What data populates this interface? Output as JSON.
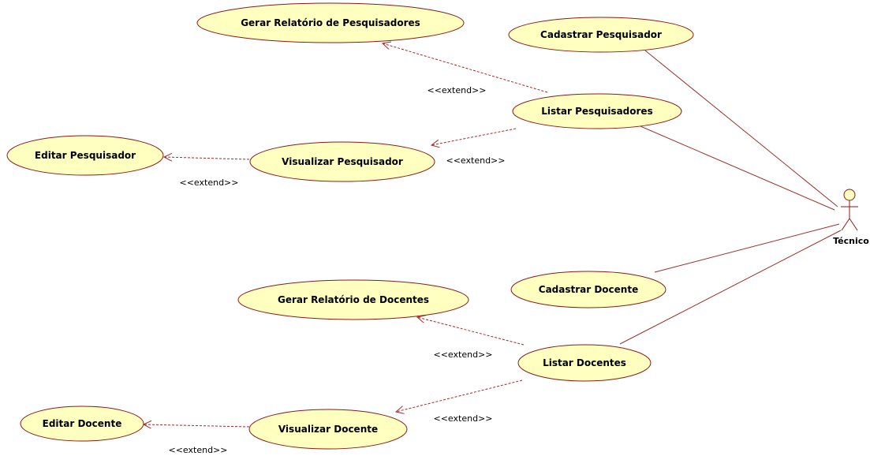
{
  "colors": {
    "usecase_fill": "#FFFFC0",
    "usecase_stroke": "#8B1A1A",
    "association": "#9B3030",
    "extend": "#A52A2A",
    "text": "#000000"
  },
  "actor": {
    "name": "Técnico",
    "icon": "stick-figure-icon"
  },
  "use_cases": {
    "gerar_relatorio_pesquisadores": "Gerar Relatório de Pesquisadores",
    "cadastrar_pesquisador": "Cadastrar Pesquisador",
    "listar_pesquisadores": "Listar Pesquisadores",
    "editar_pesquisador": "Editar Pesquisador",
    "visualizar_pesquisador": "Visualizar Pesquisador",
    "gerar_relatorio_docentes": "Gerar Relatório de Docentes",
    "cadastrar_docente": "Cadastrar Docente",
    "listar_docentes": "Listar Docentes",
    "editar_docente": "Editar Docente",
    "visualizar_docente": "Visualizar Docente"
  },
  "relations": {
    "extend_label": "<<extend>>"
  }
}
